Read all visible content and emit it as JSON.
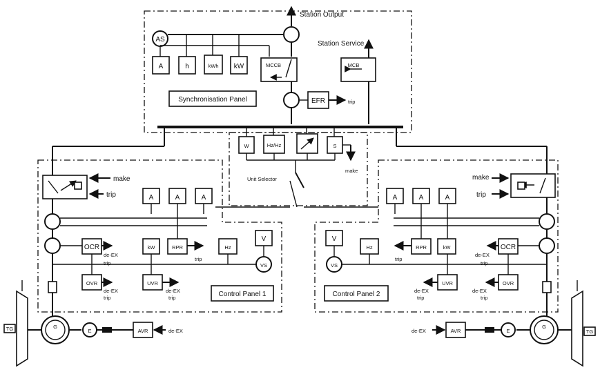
{
  "top": {
    "station_output": "Station Output",
    "station_service": "Station Service",
    "as": "AS",
    "meters": [
      "A",
      "h",
      "kWh",
      "kW"
    ],
    "mccb": "MCCB",
    "mcb": "MCB",
    "sync_panel": "Synchronisation Panel",
    "efr": "EFR",
    "trip": "trip"
  },
  "center": {
    "meters": [
      "W",
      "Hz/Hz",
      "",
      "S"
    ],
    "make": "make",
    "unit_selector": "Unit Selector"
  },
  "left": {
    "make": "make",
    "trip": "trip",
    "ammeters": [
      "A",
      "A",
      "A"
    ],
    "ocr": "OCR",
    "kw": "kW",
    "rpr": "RPR",
    "hz": "Hz",
    "v": "V",
    "vs": "VS",
    "ovr": "OVR",
    "uvr": "UVR",
    "de_ex": "de-EX",
    "trip_small": "trip",
    "panel": "Control Panel 1",
    "avr": "AVR",
    "e": "E",
    "gen": "G",
    "tg": "TG"
  },
  "right": {
    "make": "make",
    "trip": "trip",
    "ammeters": [
      "A",
      "A",
      "A"
    ],
    "ocr": "OCR",
    "kw": "kW",
    "rpr": "RPR",
    "hz": "Hz",
    "v": "V",
    "vs": "VS",
    "ovr": "OVR",
    "uvr": "UVR",
    "de_ex": "de-EX",
    "trip_small": "trip",
    "panel": "Control Panel 2",
    "avr": "AVR",
    "e": "E",
    "gen": "G",
    "tg": "TG"
  }
}
